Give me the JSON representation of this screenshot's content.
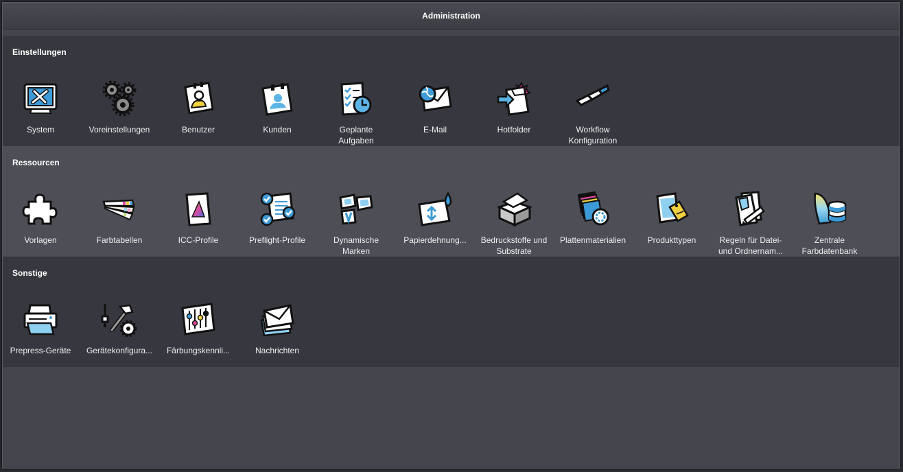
{
  "window": {
    "title": "Administration"
  },
  "sections": [
    {
      "title": "Einstellungen",
      "items": [
        {
          "label": "System",
          "icon": "system-icon"
        },
        {
          "label": "Voreinstellungen",
          "icon": "gears-icon"
        },
        {
          "label": "Benutzer",
          "icon": "user-card-icon"
        },
        {
          "label": "Kunden",
          "icon": "customer-card-icon"
        },
        {
          "label": "Geplante\nAufgaben",
          "icon": "scheduled-tasks-icon"
        },
        {
          "label": "E-Mail",
          "icon": "email-icon"
        },
        {
          "label": "Hotfolder",
          "icon": "hotfolder-icon"
        },
        {
          "label": "Workflow\nKonfiguration",
          "icon": "workflow-icon"
        }
      ]
    },
    {
      "title": "Ressourcen",
      "items": [
        {
          "label": "Vorlagen",
          "icon": "puzzle-icon"
        },
        {
          "label": "Farbtabellen",
          "icon": "color-fan-icon"
        },
        {
          "label": "ICC-Profile",
          "icon": "icc-profile-icon"
        },
        {
          "label": "Preflight-Profile",
          "icon": "preflight-icon"
        },
        {
          "label": "Dynamische\nMarken",
          "icon": "dynamic-marks-icon"
        },
        {
          "label": "Papierdehnung...",
          "icon": "paper-stretch-icon"
        },
        {
          "label": "Bedruckstoffe und\nSubstrate",
          "icon": "substrate-icon"
        },
        {
          "label": "Plattenmaterialien",
          "icon": "plate-materials-icon"
        },
        {
          "label": "Produkttypen",
          "icon": "product-types-icon"
        },
        {
          "label": "Regeln für Datei-\nund Ordnernam...",
          "icon": "naming-rules-icon"
        },
        {
          "label": "Zentrale\nFarbdatenbank",
          "icon": "color-database-icon"
        }
      ]
    },
    {
      "title": "Sonstige",
      "items": [
        {
          "label": "Prepress-Geräte",
          "icon": "prepress-device-icon"
        },
        {
          "label": "Gerätekonfigura...",
          "icon": "device-config-icon"
        },
        {
          "label": "Färbungskennli...",
          "icon": "coloring-curves-icon"
        },
        {
          "label": "Nachrichten",
          "icon": "messages-icon"
        }
      ]
    }
  ],
  "colors": {
    "accent_blue": "#4aa8e0",
    "icon_white": "#ffffff",
    "icon_outline": "#111111"
  }
}
